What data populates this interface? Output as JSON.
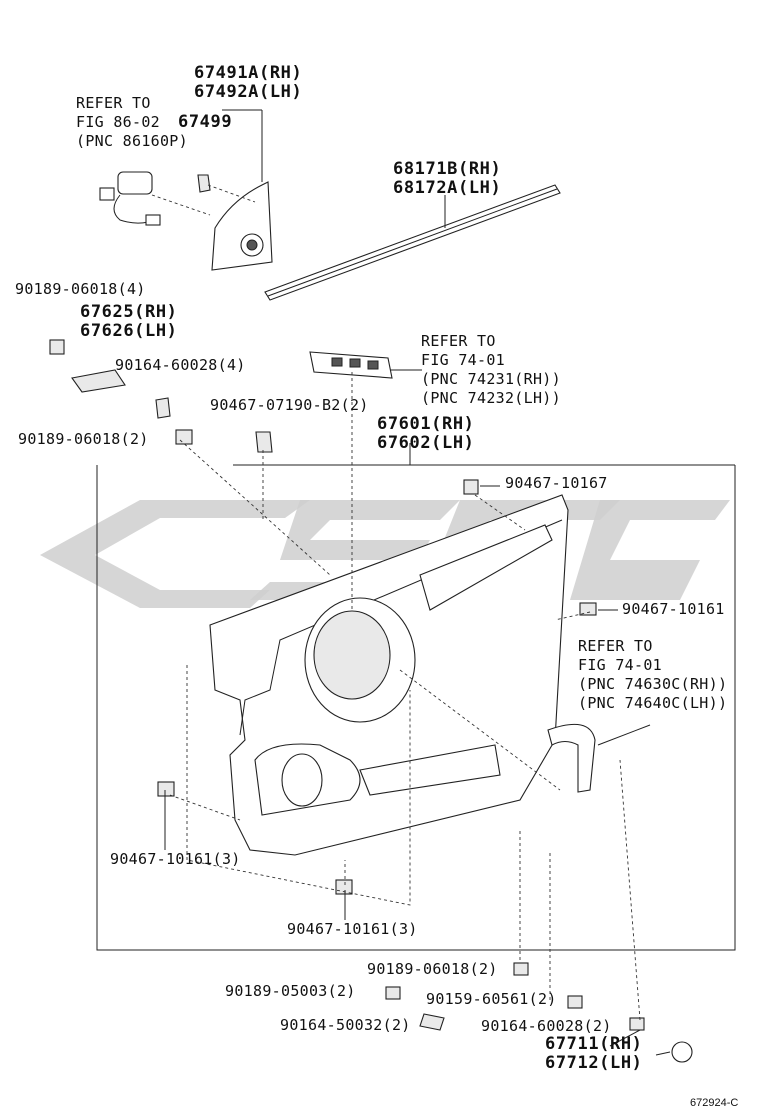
{
  "labels": {
    "tweeter_cover": [
      "67491A(RH)",
      "67492A(LH)"
    ],
    "refer_86": [
      "REFER TO",
      "FIG 86-02",
      "(PNC 86160P)"
    ],
    "bracket_67499": "67499",
    "weatherstrip": [
      "68171B(RH)",
      "68172A(LH)"
    ],
    "clip_06018_4": "90189-06018(4)",
    "handle_bracket": [
      "67625(RH)",
      "67626(LH)"
    ],
    "screw_60028_4": "90164-60028(4)",
    "refer_74_a": [
      "REFER TO",
      "FIG 74-01",
      "(PNC 74231(RH))",
      "(PNC 74232(LH))"
    ],
    "clip_07190": "90467-07190-B2(2)",
    "clip_06018_2": "90189-06018(2)",
    "door_trim": [
      "67601(RH)",
      "67602(LH)"
    ],
    "clip_10167": "90467-10167",
    "clip_10161_single": "90467-10161",
    "refer_74_b": [
      "REFER TO",
      "FIG 74-01",
      "(PNC 74630C(RH))",
      "(PNC 74640C(LH))"
    ],
    "clip_10161_3a": "90467-10161(3)",
    "clip_10161_3b": "90467-10161(3)",
    "clip_06018_2b": "90189-06018(2)",
    "clip_05003": "90189-05003(2)",
    "clip_60561": "90159-60561(2)",
    "screw_50032": "90164-50032(2)",
    "screw_60028_2": "90164-60028(2)",
    "knob": [
      "67711(RH)",
      "67712(LH)"
    ],
    "figure_id": "672924-C"
  },
  "colors": {
    "ink": "#111111",
    "watermark": "#cfcfcf"
  }
}
